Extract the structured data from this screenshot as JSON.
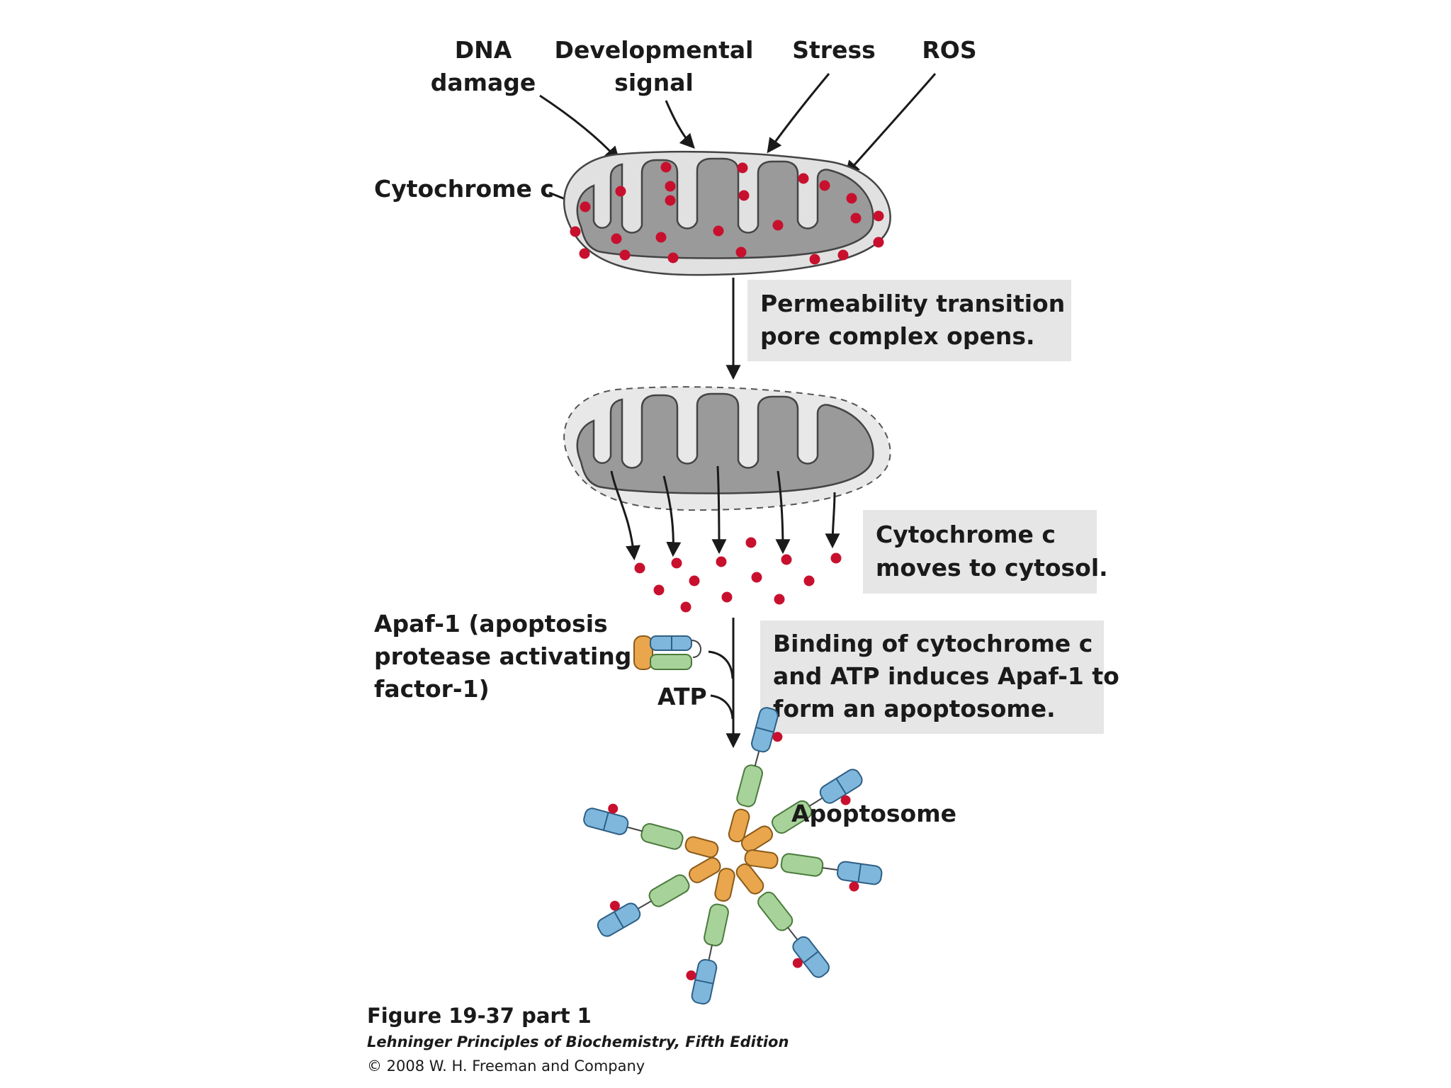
{
  "signals": {
    "dna_damage": [
      "DNA",
      "damage"
    ],
    "developmental": [
      "Developmental",
      "signal"
    ],
    "stress": "Stress",
    "ros": "ROS"
  },
  "labels": {
    "cytochrome": "Cytochrome c",
    "apaf": [
      "Apaf-1 (apoptosis",
      "protease activating",
      "factor-1)"
    ],
    "atp": "ATP",
    "apoptosome": "Apoptosome"
  },
  "steps": {
    "step1": [
      "Permeability transition",
      "pore complex opens."
    ],
    "step2": [
      "Cytochrome c",
      "moves to cytosol."
    ],
    "step3": [
      "Binding of cytochrome c",
      "and ATP induces Apaf-1 to",
      "form an apoptosome."
    ]
  },
  "caption": {
    "title": "Figure 19-37 part 1",
    "book": "Lehninger Principles of Biochemistry, Fifth Edition",
    "copyright": "© 2008 W. H. Freeman and Company"
  },
  "colors": {
    "cytochrome_dot": "#c8102e",
    "matrix": "#9a9a9a",
    "membrane": "#e1e1e1",
    "box": "#e6e6e6",
    "blue_domain": "#7fb7dc",
    "green_domain": "#a7d39a",
    "orange_domain": "#e9a64c"
  }
}
